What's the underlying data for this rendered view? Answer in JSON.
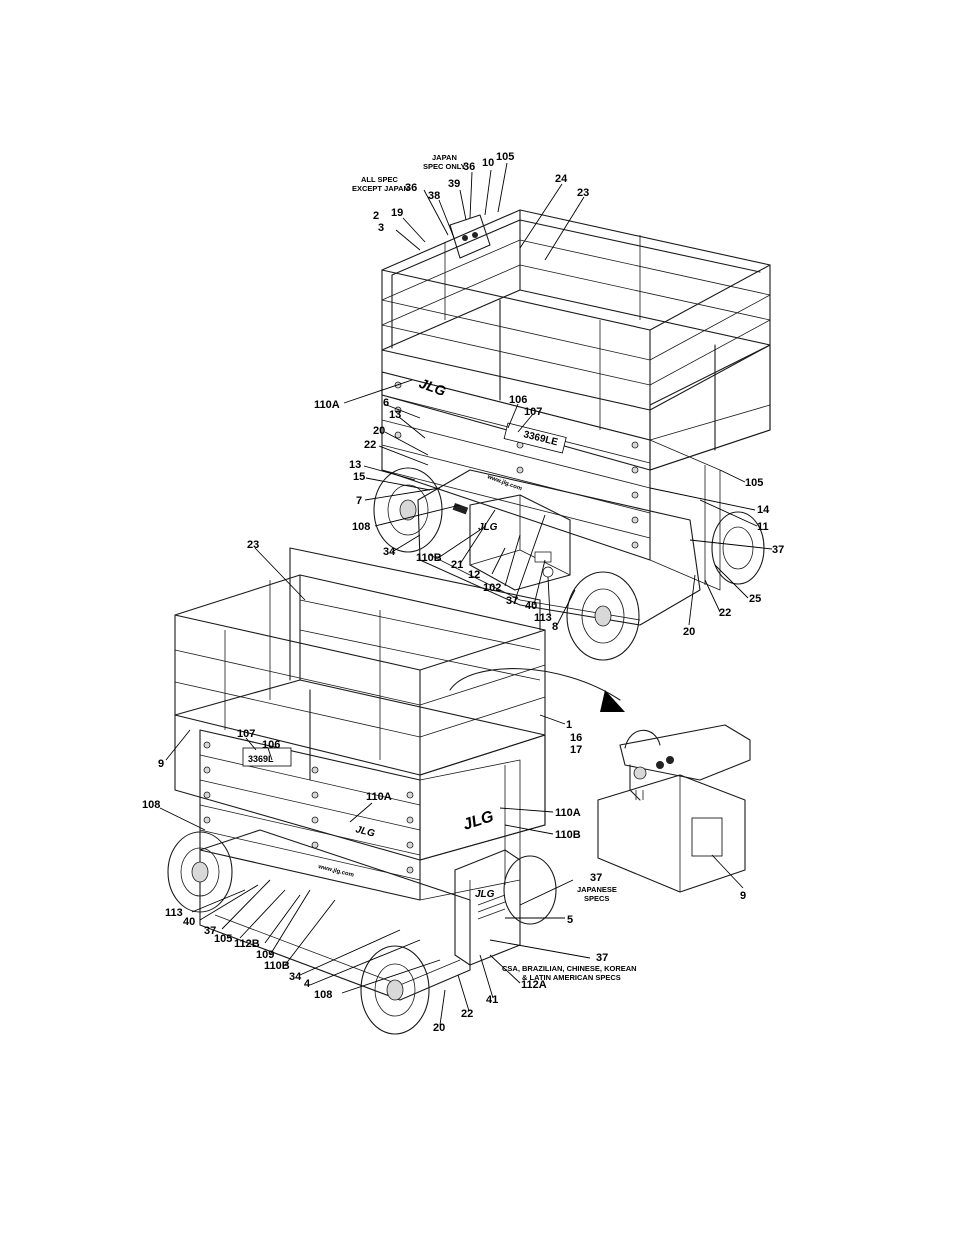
{
  "notes": {
    "japan_spec_only": "JAPAN\nSPEC ONLY",
    "all_spec_except_japan": "ALL SPEC\nEXCEPT JAPAN",
    "japanese_specs": "JAPANESE\nSPECS",
    "regional_specs": "CSA, BRAZILIAN, CHINESE, KOREAN\n& LATIN AMERICAN SPECS"
  },
  "decals": {
    "brand": "JLG",
    "model_top": "3369LE",
    "model_bottom": "3369L",
    "web": "www.jlg.com"
  },
  "callouts_top": [
    {
      "id": "t36a",
      "text": "36"
    },
    {
      "id": "t10",
      "text": "10"
    },
    {
      "id": "t105a",
      "text": "105"
    },
    {
      "id": "t39",
      "text": "39"
    },
    {
      "id": "t36b",
      "text": "36"
    },
    {
      "id": "t38",
      "text": "38"
    },
    {
      "id": "t24",
      "text": "24"
    },
    {
      "id": "t23",
      "text": "23"
    },
    {
      "id": "t2",
      "text": "2"
    },
    {
      "id": "t19",
      "text": "19"
    },
    {
      "id": "t3",
      "text": "3"
    },
    {
      "id": "t110A",
      "text": "110A"
    },
    {
      "id": "t6",
      "text": "6"
    },
    {
      "id": "t106",
      "text": "106"
    },
    {
      "id": "t107",
      "text": "107"
    },
    {
      "id": "t13a",
      "text": "13"
    },
    {
      "id": "t20a",
      "text": "20"
    },
    {
      "id": "t22a",
      "text": "22"
    },
    {
      "id": "t13b",
      "text": "13"
    },
    {
      "id": "t15",
      "text": "15"
    },
    {
      "id": "t105b",
      "text": "105"
    },
    {
      "id": "t7",
      "text": "7"
    },
    {
      "id": "t14",
      "text": "14"
    },
    {
      "id": "t108",
      "text": "108"
    },
    {
      "id": "t11",
      "text": "11"
    },
    {
      "id": "t34",
      "text": "34"
    },
    {
      "id": "t110B",
      "text": "110B"
    },
    {
      "id": "t21",
      "text": "21"
    },
    {
      "id": "t37a",
      "text": "37"
    },
    {
      "id": "t12",
      "text": "12"
    },
    {
      "id": "t102",
      "text": "102"
    },
    {
      "id": "t25",
      "text": "25"
    },
    {
      "id": "t37b",
      "text": "37"
    },
    {
      "id": "t40",
      "text": "40"
    },
    {
      "id": "t22b",
      "text": "22"
    },
    {
      "id": "t113",
      "text": "113"
    },
    {
      "id": "t8",
      "text": "8"
    },
    {
      "id": "t20b",
      "text": "20"
    }
  ],
  "callouts_bottom": [
    {
      "id": "b23",
      "text": "23"
    },
    {
      "id": "b1",
      "text": "1"
    },
    {
      "id": "b16",
      "text": "16"
    },
    {
      "id": "b17",
      "text": "17"
    },
    {
      "id": "b107",
      "text": "107"
    },
    {
      "id": "b106",
      "text": "106"
    },
    {
      "id": "b9a",
      "text": "9"
    },
    {
      "id": "b110Aa",
      "text": "110A"
    },
    {
      "id": "b108a",
      "text": "108"
    },
    {
      "id": "b110Ab",
      "text": "110A"
    },
    {
      "id": "b110Bb",
      "text": "110B"
    },
    {
      "id": "b37a",
      "text": "37"
    },
    {
      "id": "b9b",
      "text": "9"
    },
    {
      "id": "b5",
      "text": "5"
    },
    {
      "id": "b113",
      "text": "113"
    },
    {
      "id": "b40",
      "text": "40"
    },
    {
      "id": "b37b",
      "text": "37"
    },
    {
      "id": "b105",
      "text": "105"
    },
    {
      "id": "b112B",
      "text": "112B"
    },
    {
      "id": "b109",
      "text": "109"
    },
    {
      "id": "b110Ba",
      "text": "110B"
    },
    {
      "id": "b37c",
      "text": "37"
    },
    {
      "id": "b34",
      "text": "34"
    },
    {
      "id": "b4",
      "text": "4"
    },
    {
      "id": "b108b",
      "text": "108"
    },
    {
      "id": "b41",
      "text": "41"
    },
    {
      "id": "b112A",
      "text": "112A"
    },
    {
      "id": "b22",
      "text": "22"
    },
    {
      "id": "b20",
      "text": "20"
    }
  ]
}
